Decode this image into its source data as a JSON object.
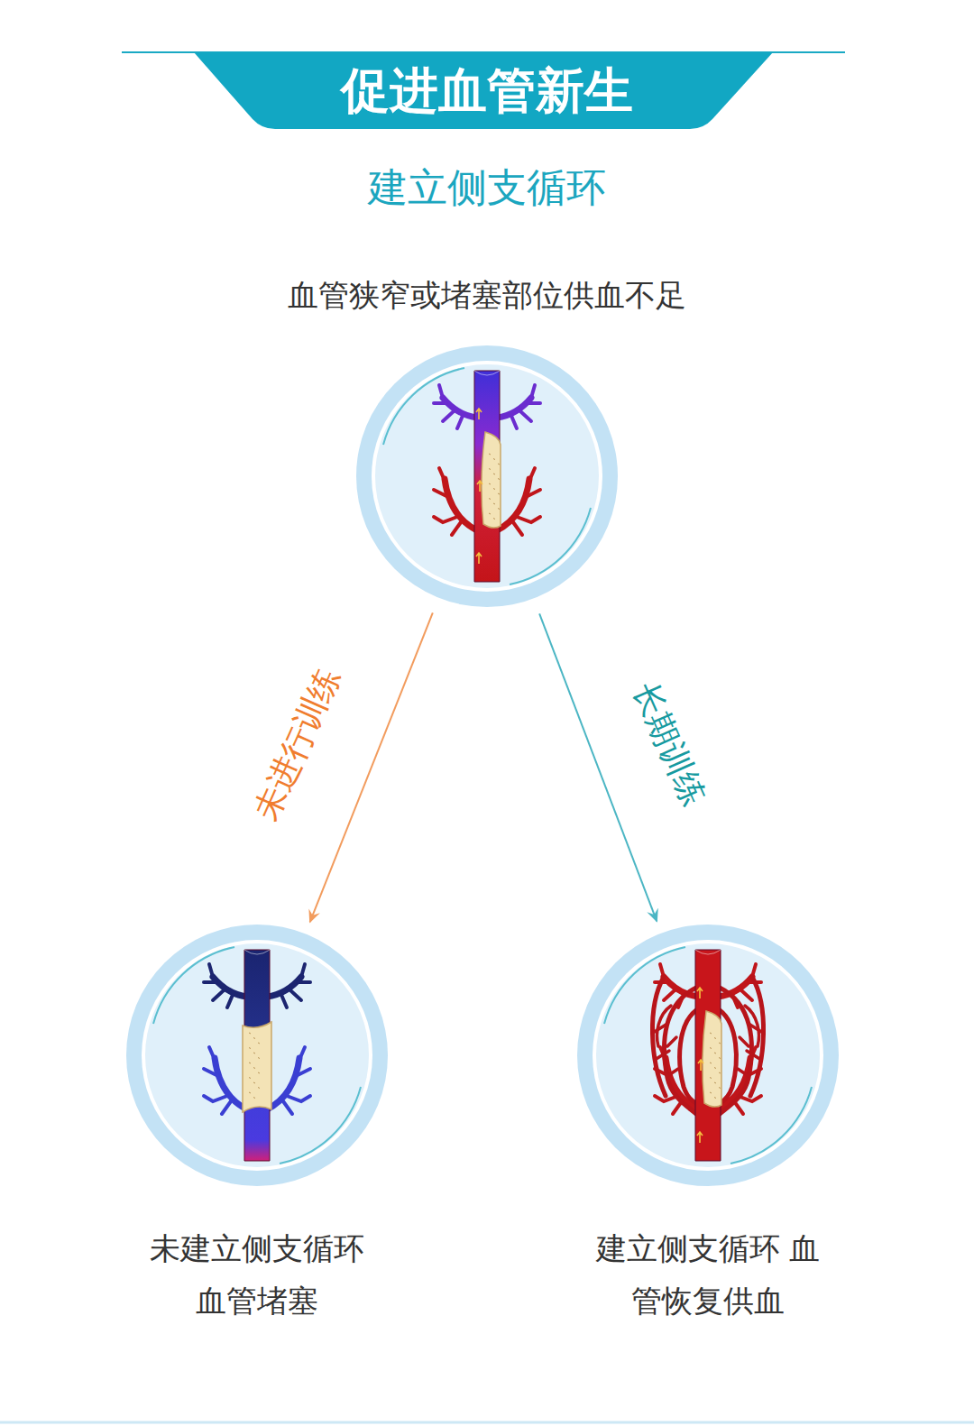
{
  "diagram": {
    "title": "促进血管新生",
    "nodes": [
      {
        "text": [
          "血管狭窄或堵塞部位供血不足"
        ]
      },
      {
        "text": [
          "未建立侧支循环 血管堵塞"
        ]
      },
      {
        "text": [
          "建立侧支循环 血管恢复供血"
        ]
      }
    ],
    "edges": [
      {
        "from": 0,
        "to": 1,
        "label": "未进行训练",
        "arrow": "to"
      },
      {
        "from": 0,
        "to": 2,
        "label": "长期训练",
        "arrow": "to"
      }
    ],
    "labels": [
      "建立侧支循环"
    ]
  }
}
